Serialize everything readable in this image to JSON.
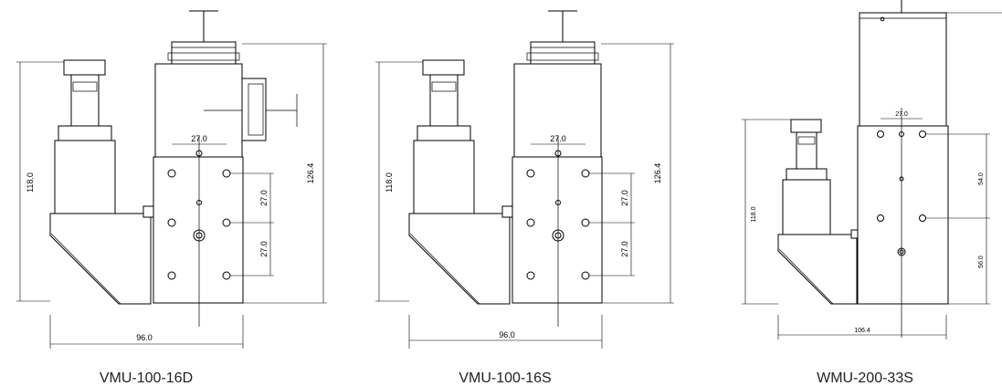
{
  "drawings": [
    {
      "model": "VMU-100-16D",
      "dims": {
        "height_left": "118.0",
        "height_right": "126.4",
        "width": "96.0",
        "hole_pitch_top": "27.0",
        "hole_pitch_v1": "27.0",
        "hole_pitch_v2": "27.0"
      }
    },
    {
      "model": "VMU-100-16S",
      "dims": {
        "height_left": "118.0",
        "height_right": "126.4",
        "width": "96.0",
        "hole_pitch_top": "27.0",
        "hole_pitch_v1": "27.0",
        "hole_pitch_v2": "27.0"
      }
    },
    {
      "model": "WMU-200-33S",
      "dims": {
        "height_left": "118.0",
        "width": "106.4",
        "hole_pitch_top": "27.0",
        "hole_pitch_v1": "54.0",
        "hole_pitch_v2": "56.0"
      }
    }
  ]
}
